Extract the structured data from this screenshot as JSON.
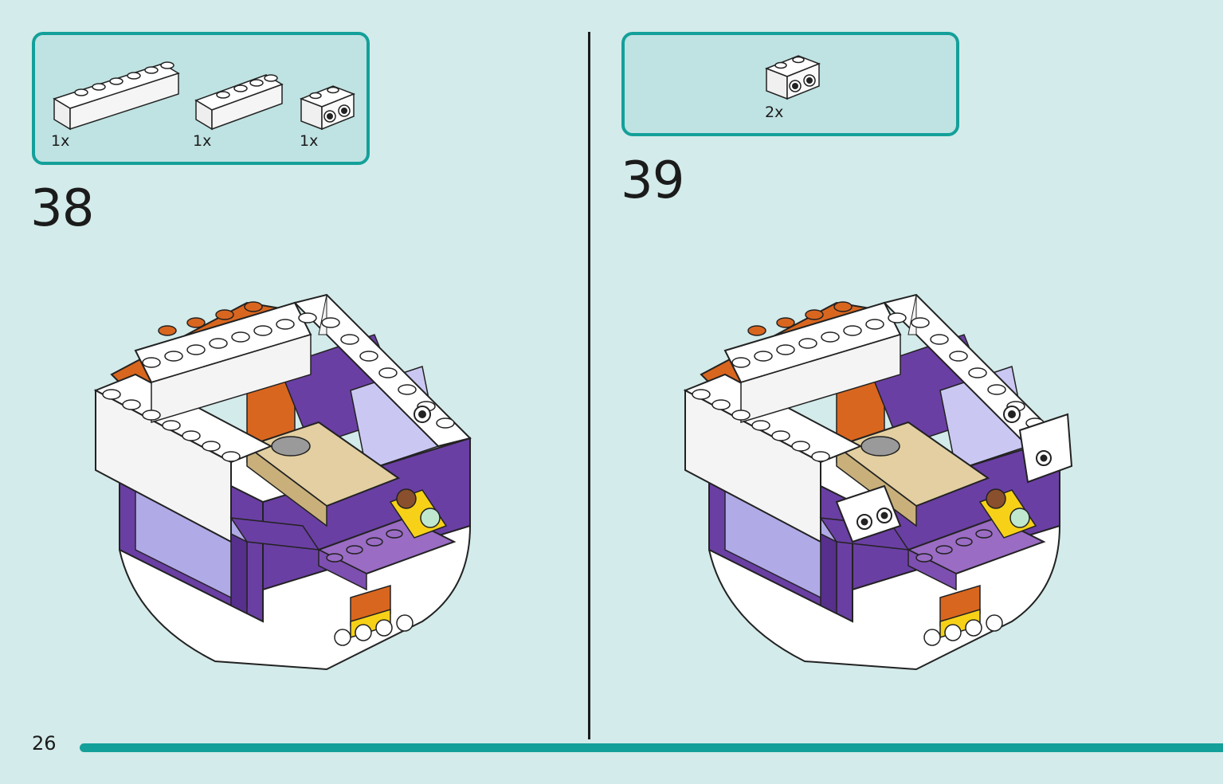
{
  "page": {
    "number": "26"
  },
  "steps": [
    {
      "number": "38",
      "parts": [
        {
          "qty": "1x",
          "piece": "white-brick-1x6"
        },
        {
          "qty": "1x",
          "piece": "white-brick-1x4"
        },
        {
          "qty": "1x",
          "piece": "white-brick-1x2-side-studs"
        }
      ]
    },
    {
      "number": "39",
      "parts": [
        {
          "qty": "2x",
          "piece": "white-brick-1x2-side-studs"
        }
      ]
    }
  ],
  "colors": {
    "accent_teal": "#14a09a",
    "background": "#d3ebea",
    "parts_box_fill": "#bfe2e2",
    "brick_white": "#ffffff",
    "brick_purple": "#6a3fa3",
    "brick_lavender": "#9a6cc4",
    "brick_orange": "#d9661f",
    "brick_yellow": "#f7d117",
    "tan": "#e3cfa1"
  }
}
